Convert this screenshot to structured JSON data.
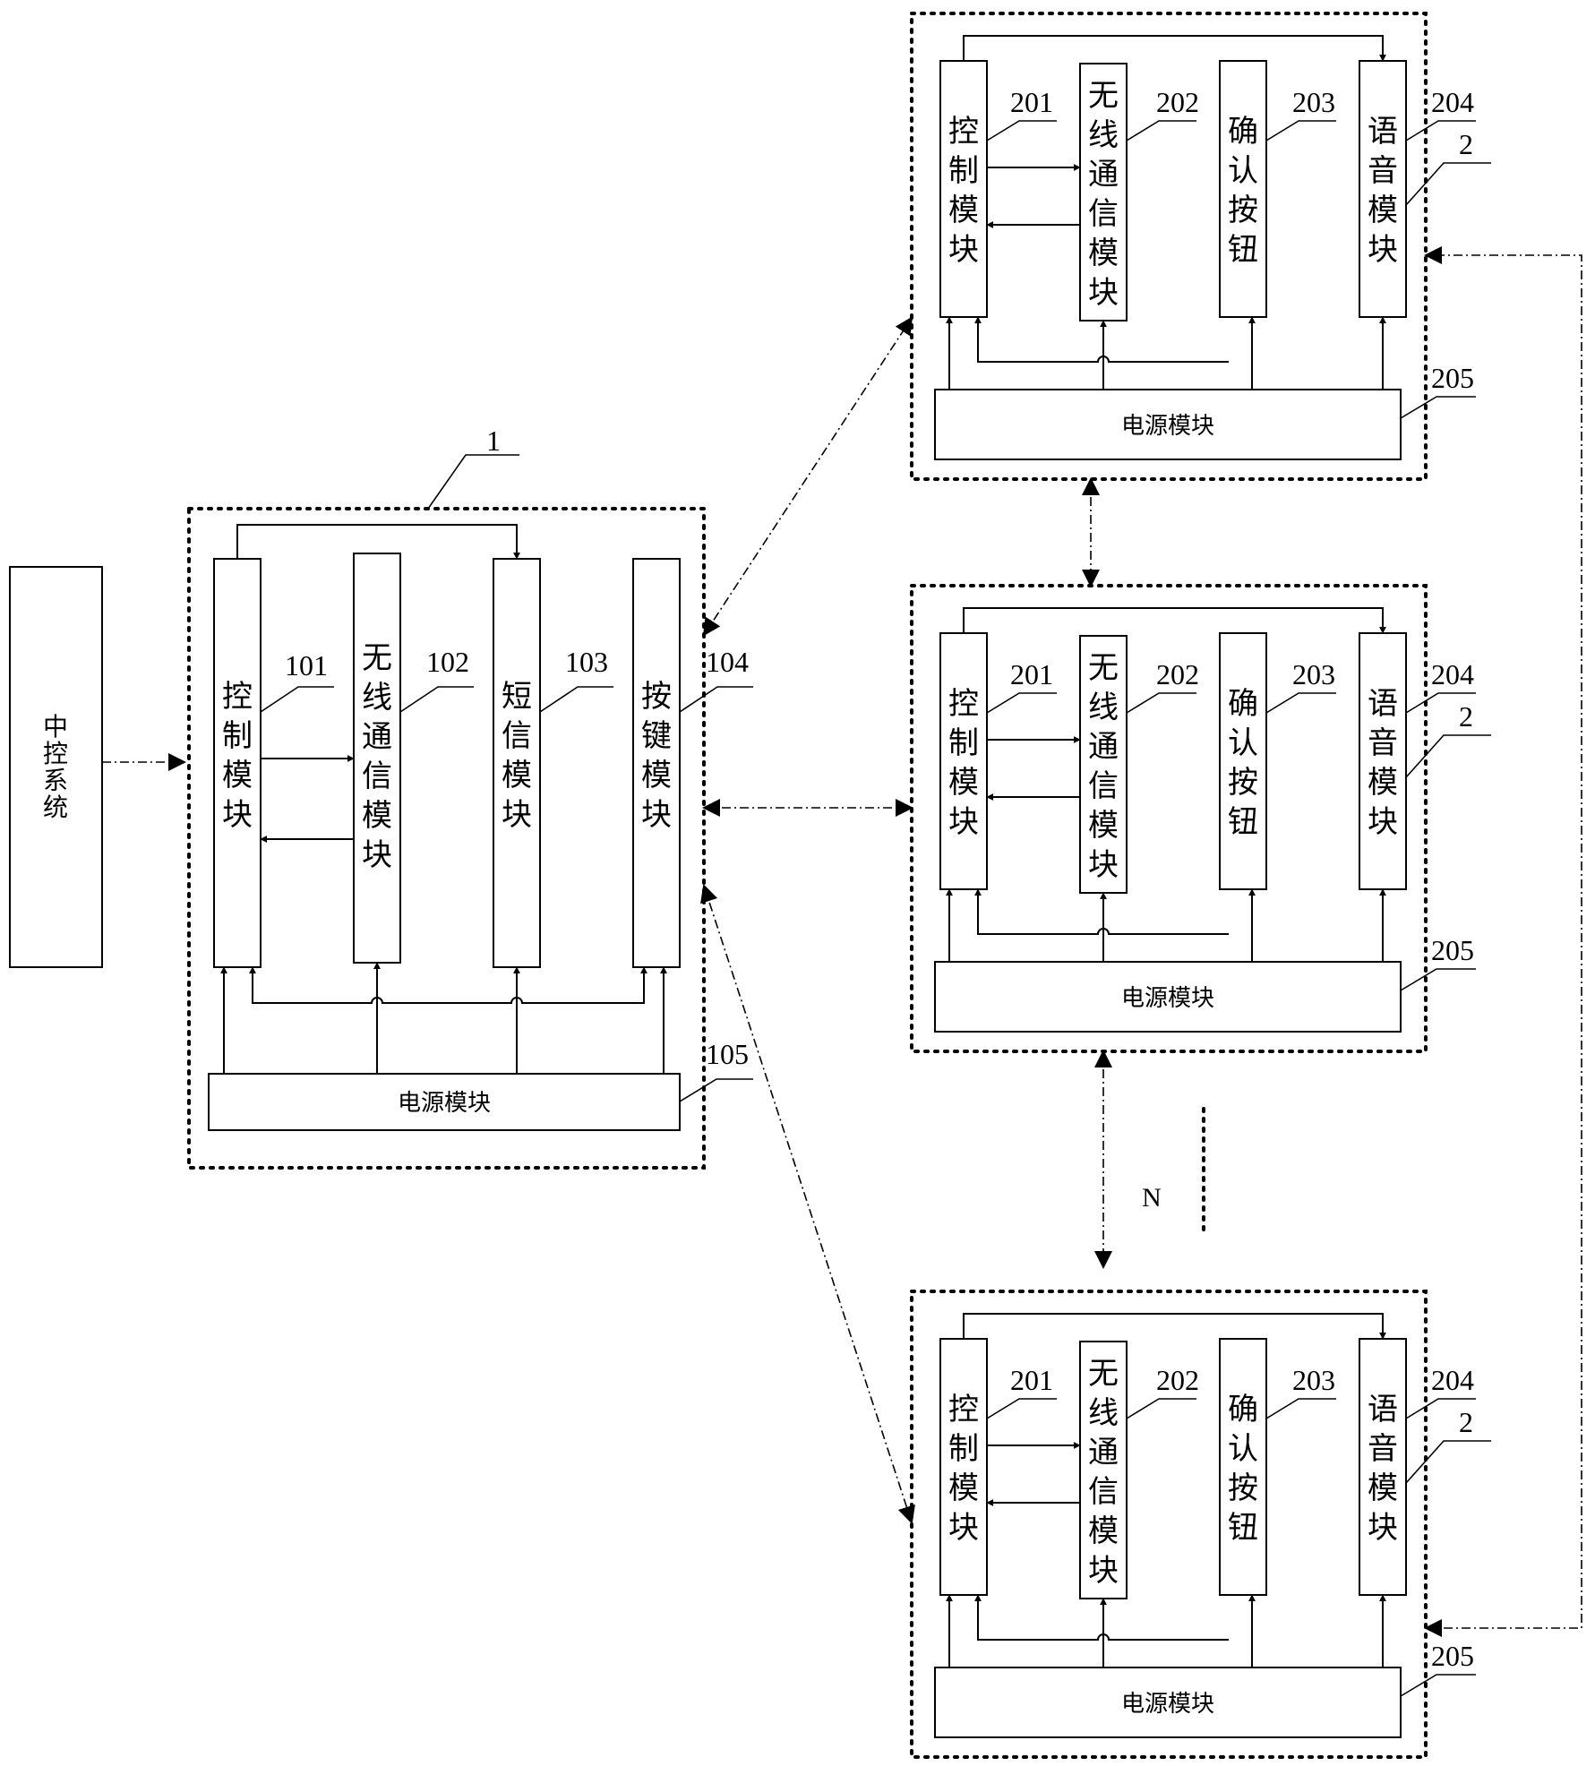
{
  "central_system": {
    "label": "中控系统"
  },
  "main_unit": {
    "ref": "1",
    "modules": [
      {
        "ref": "101",
        "label": "控制模块"
      },
      {
        "ref": "102",
        "label": "无线通信模块"
      },
      {
        "ref": "103",
        "label": "短信模块"
      },
      {
        "ref": "104",
        "label": "按键模块"
      }
    ],
    "power": {
      "ref": "105",
      "label": "电源模块"
    }
  },
  "sub_unit": {
    "ref": "2",
    "modules": [
      {
        "ref": "201",
        "label": "控制模块"
      },
      {
        "ref": "202",
        "label": "无线通信模块"
      },
      {
        "ref": "203",
        "label": "确认按钮"
      },
      {
        "ref": "204",
        "label": "语音模块"
      }
    ],
    "power": {
      "ref": "205",
      "label": "电源模块"
    }
  },
  "n_label": "N",
  "colors": {
    "stroke": "#000000",
    "background": "#ffffff"
  }
}
